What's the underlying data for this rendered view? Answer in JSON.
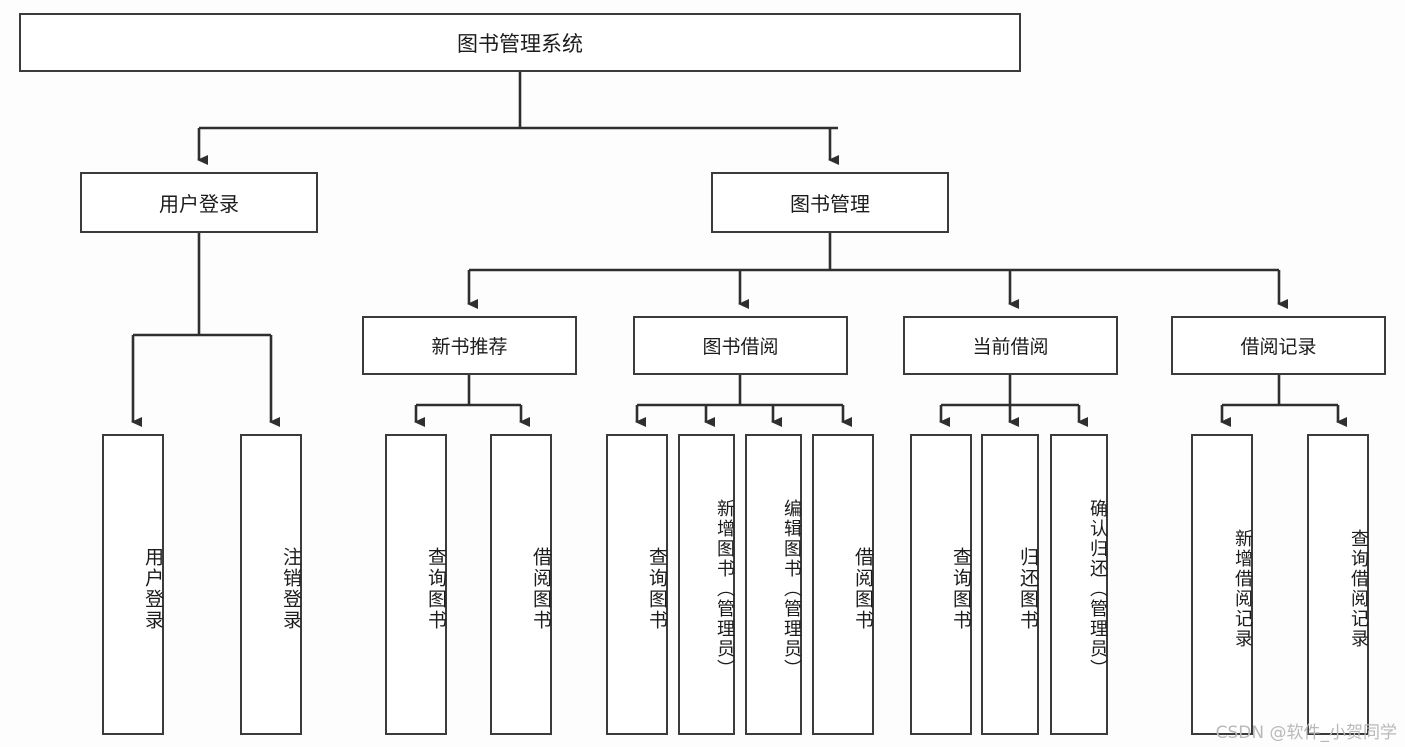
{
  "diagram": {
    "title": "图书管理系统",
    "type": "tree-hierarchy",
    "root": {
      "label": "图书管理系统"
    },
    "level1": [
      {
        "label": "用户登录"
      },
      {
        "label": "图书管理"
      }
    ],
    "level2": [
      {
        "label": "新书推荐"
      },
      {
        "label": "图书借阅"
      },
      {
        "label": "当前借阅"
      },
      {
        "label": "借阅记录"
      }
    ],
    "leaves": {
      "user_login": [
        {
          "label": "用户登录"
        },
        {
          "label": "注销登录"
        }
      ],
      "new_book": [
        {
          "label": "查询图书"
        },
        {
          "label": "借阅图书"
        }
      ],
      "book_borrow": [
        {
          "label": "查询图书"
        },
        {
          "label": "新增图书（管理员）"
        },
        {
          "label": "编辑图书（管理员）"
        },
        {
          "label": "借阅图书"
        }
      ],
      "current_borrow": [
        {
          "label": "查询图书"
        },
        {
          "label": "归还图书"
        },
        {
          "label": "确认归还（管理员）"
        }
      ],
      "borrow_record": [
        {
          "label": "新增借阅记录"
        },
        {
          "label": "查询借阅记录"
        }
      ]
    }
  },
  "watermark": {
    "text": "CSDN @软件_小贺同学"
  },
  "colors": {
    "stroke": "#3b3b3b",
    "fill": "#ffffff",
    "text": "#1c1c1c",
    "watermark": "#b9b9b9"
  }
}
